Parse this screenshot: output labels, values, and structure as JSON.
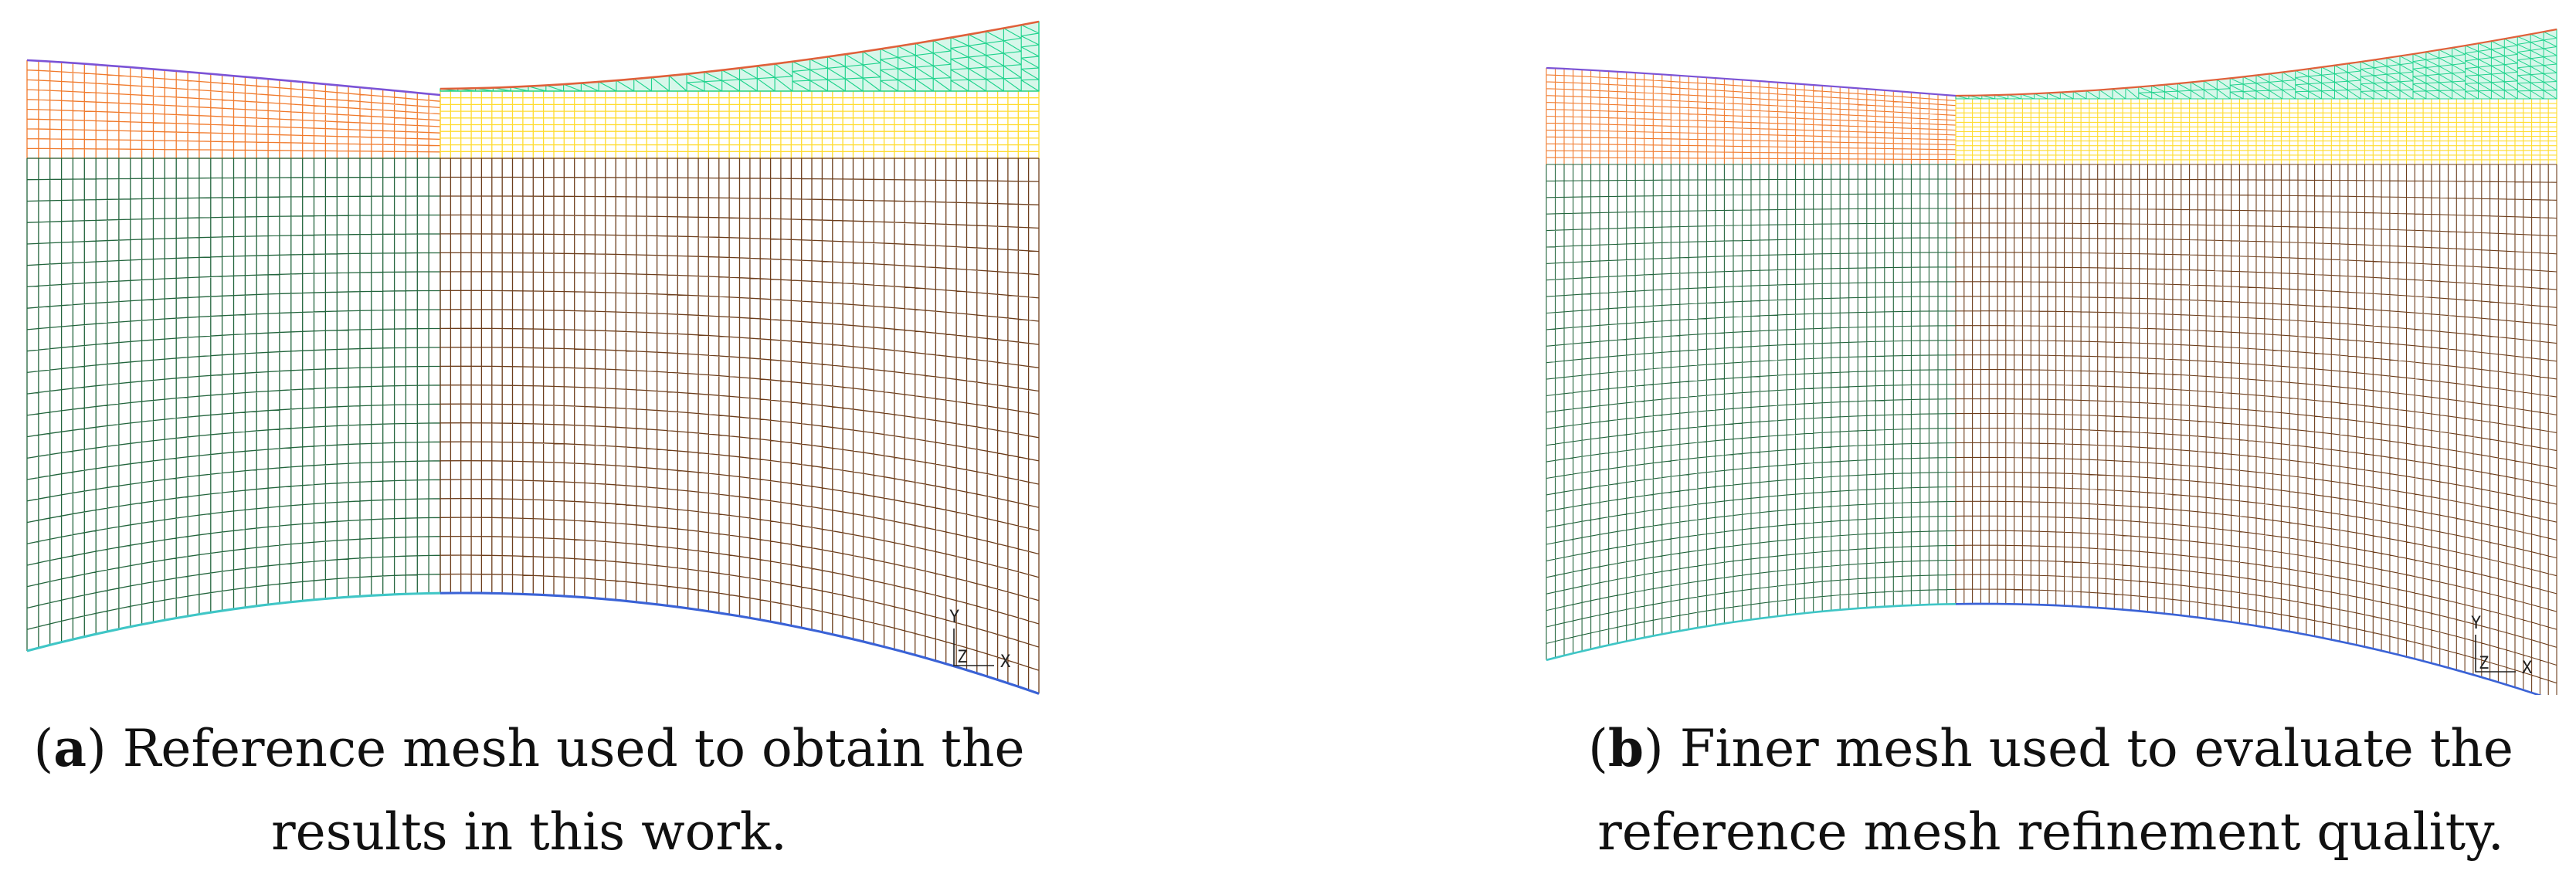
{
  "figures": [
    {
      "id": "a",
      "caption_label": "a",
      "caption_line1": ") Reference mesh used to obtain the",
      "caption_line2": "results in this work.",
      "triad": {
        "y": "Y",
        "z": "Z",
        "x": "X"
      }
    },
    {
      "id": "b",
      "caption_label": "b",
      "caption_line1": ") Finer mesh used to evaluate the",
      "caption_line2": "reference mesh refinement quality.",
      "triad": {
        "y": "Y",
        "z": "Z",
        "x": "X"
      }
    }
  ],
  "colors": {
    "orange_mesh": "#f07a2c",
    "yellow_mesh": "#ffdc2e",
    "green_tri_mesh": "#1fd38d",
    "dark_green_mesh": "#23653d",
    "brown_mesh": "#6d3e1c",
    "top_boundary": "#7b53d6",
    "top_right_boundary": "#e0603a",
    "bottom_left_boundary": "#3fc6c6",
    "bottom_right_boundary": "#3a62d6"
  }
}
